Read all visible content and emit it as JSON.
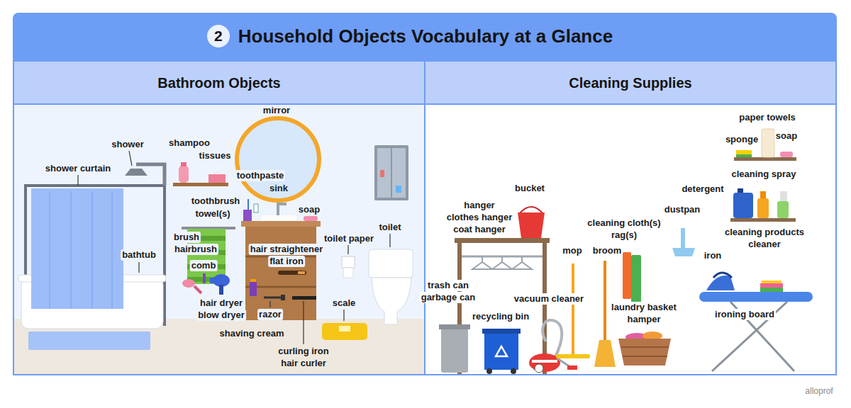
{
  "diagram": {
    "title": "Household Objects Vocabulary at a Glance",
    "nodes": [
      {
        "text": [
          "2"
        ]
      },
      {
        "text": [
          "Bathroom Objects"
        ]
      },
      {
        "text": [
          "Cleaning Supplies"
        ]
      }
    ],
    "labels": [
      "shower curtain",
      "shower",
      "shampoo",
      "tissues",
      "mirror",
      "toothpaste",
      "sink",
      "toothbrush",
      "towel(s)",
      "brush",
      "hairbrush",
      "comb",
      "soap",
      "toilet paper",
      "toilet",
      "bathtub",
      "hair straightener",
      "flat iron",
      "hair dryer",
      "blow dryer",
      "razor",
      "shaving cream",
      "scale",
      "curling iron",
      "hair curler",
      "paper towels",
      "sponge",
      "soap",
      "cleaning spray",
      "detergent",
      "bucket",
      "hanger",
      "clothes hanger",
      "coat hanger",
      "dustpan",
      "cleaning cloth(s)",
      "rag(s)",
      "mop",
      "broom",
      "cleaning products",
      "cleaner",
      "iron",
      "trash can",
      "garbage can",
      "vacuum cleaner",
      "recycling bin",
      "laundry basket",
      "hamper",
      "ironing board",
      "alloprof"
    ]
  }
}
